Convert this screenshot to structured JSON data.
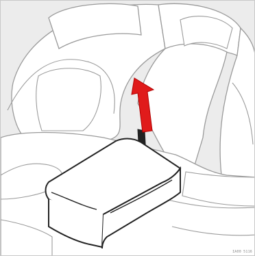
{
  "illustration": {
    "subject": "rear-seat-booster-cushion",
    "line_color": "#9a9a9a",
    "cushion_outline_color": "#222222",
    "background_color": "#ececec",
    "seat_fill": "#ffffff",
    "arrow_color": "#e01b1b",
    "arrow_direction": "up",
    "strap_color": "#222222"
  },
  "figure_code": "IA00 5116"
}
